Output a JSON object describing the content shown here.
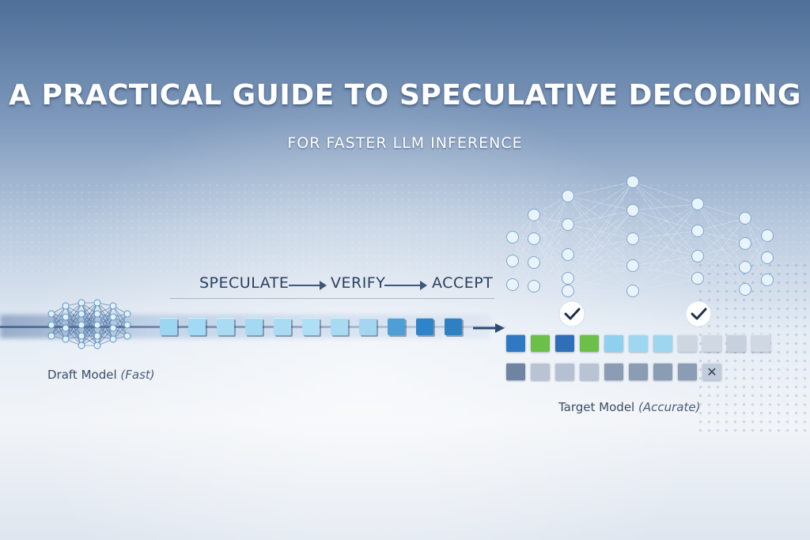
{
  "title": "A PRACTICAL GUIDE TO SPECULATIVE DECODING",
  "subtitle": "FOR FASTER LLM INFERENCE",
  "pipeline": {
    "step1": "SPECULATE",
    "step2": "VERIFY",
    "step3": "ACCEPT"
  },
  "draft_model": {
    "name": "Draft Model",
    "qualifier": "(Fast)"
  },
  "target_model": {
    "name": "Target Model",
    "qualifier": "(Accurate)"
  },
  "draft_tokens": [
    {
      "color": "#9dd6f2"
    },
    {
      "color": "#a2d9f3"
    },
    {
      "color": "#a9dcf3"
    },
    {
      "color": "#a5d9f2"
    },
    {
      "color": "#a9dcf3"
    },
    {
      "color": "#aedff4"
    },
    {
      "color": "#a8daf2"
    },
    {
      "color": "#a4d6ef"
    },
    {
      "color": "#4d9fd6"
    },
    {
      "color": "#2f84c7"
    },
    {
      "color": "#2f80c2"
    }
  ],
  "verify_row_1": [
    {
      "color": "#2e78c4"
    },
    {
      "color": "#6cc04a"
    },
    {
      "color": "#2e6fb8"
    },
    {
      "color": "#6cc04a"
    },
    {
      "color": "#8fd0ef"
    },
    {
      "color": "#9ed7f1"
    },
    {
      "color": "#9ed6ef"
    },
    {
      "color": "#cdd6e1"
    },
    {
      "color": "#cfd8e3"
    },
    {
      "color": "#c7d1dd"
    },
    {
      "color": "#cfd8e3"
    }
  ],
  "verify_row_2": [
    {
      "color": "#6f84a0"
    },
    {
      "color": "#b8c4d4"
    },
    {
      "color": "#b5c1d2"
    },
    {
      "color": "#b8c4d4"
    },
    {
      "color": "#8b9cb5"
    },
    {
      "color": "#8b9cb5"
    },
    {
      "color": "#8b9cb5"
    },
    {
      "color": "#8b9cb5"
    },
    {
      "color": "#c2cddb",
      "mark": "✕"
    }
  ],
  "checks": [
    "check-icon",
    "check-icon"
  ],
  "colors": {
    "accent_blue": "#2f80c2",
    "accept_green": "#6cc04a",
    "text_dark": "#2b4061"
  }
}
